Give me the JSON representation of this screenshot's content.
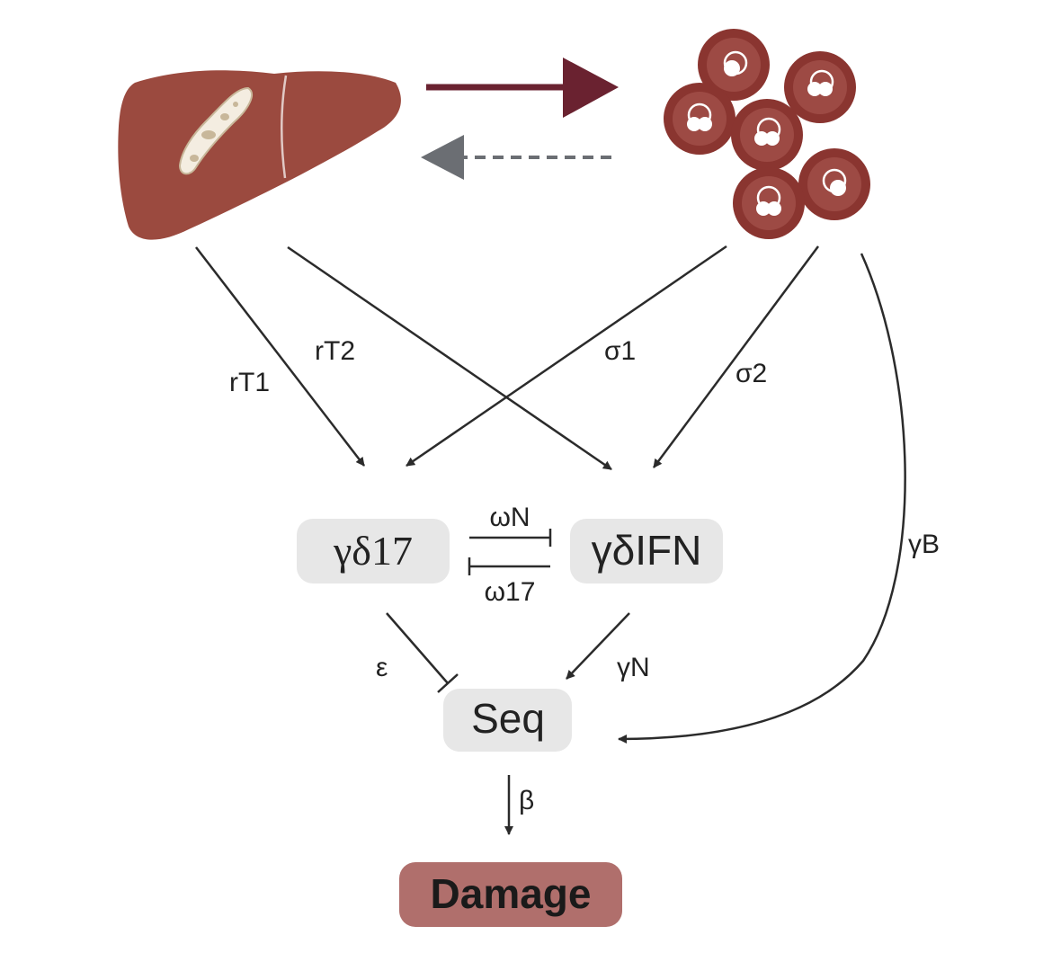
{
  "nodes": {
    "gd17": "γδ17",
    "gdifn": "γδIFN",
    "seq": "Seq",
    "damage": "Damage"
  },
  "edges": {
    "rT1": "rT1",
    "rT2": "rT2",
    "sigma1": "σ1",
    "sigma2": "σ2",
    "gammaB": "γB",
    "omegaN": "ωN",
    "omega17": "ω17",
    "epsilon": "ε",
    "gammaN": "γN",
    "beta": "β"
  },
  "colors": {
    "liver": "#9b4a3f",
    "rbc": "#8a3530",
    "forward_arrow": "#6a2230",
    "return_arrow": "#6b6e73",
    "node_fill": "#e7e7e7",
    "damage_fill": "#b06f6c",
    "edge": "#2b2b2b"
  },
  "icons": {
    "liver": "liver-icon",
    "parasite": "parasite-icon",
    "infected_rbcs": "infected-red-blood-cells-icon"
  }
}
